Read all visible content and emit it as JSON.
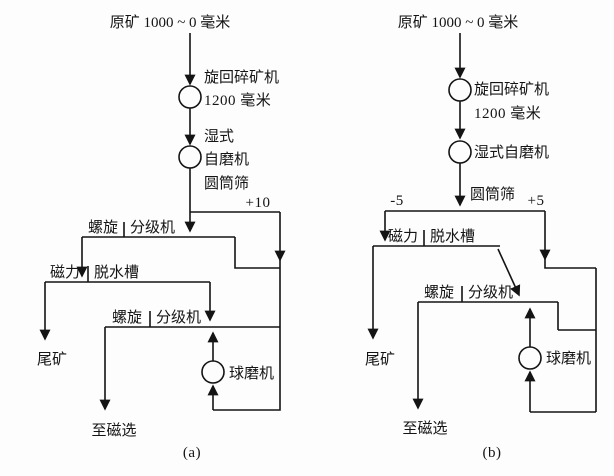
{
  "colors": {
    "line": "#141414",
    "background": "#fdfdfd"
  },
  "diagram_a": {
    "caption": "(a)",
    "feed": "原矿 1000 ~ 0 毫米",
    "crusher": "旋回碎矿机",
    "crusher_size": "1200 毫米",
    "mill_top": "湿式",
    "mill_bottom": "自磨机",
    "trommel": "圆筒筛",
    "oversize": "+10",
    "classifier1": {
      "left": "螺旋",
      "right": "分级机"
    },
    "dewater": {
      "left": "磁力",
      "right": "脱水槽"
    },
    "classifier2": {
      "left": "螺旋",
      "right": "分级机"
    },
    "ball_mill": "球磨机",
    "tailings": "尾矿",
    "to_magnetic": "至磁选"
  },
  "diagram_b": {
    "caption": "(b)",
    "feed": "原矿 1000 ~ 0 毫米",
    "crusher": "旋回碎矿机",
    "crusher_size": "1200 毫米",
    "mill": "湿式自磨机",
    "trommel": "圆筒筛",
    "undersize": "-5",
    "oversize": "+5",
    "dewater": {
      "left": "磁力",
      "right": "脱水槽"
    },
    "classifier": {
      "left": "螺旋",
      "right": "分级机"
    },
    "ball_mill": "球磨机",
    "tailings": "尾矿",
    "to_magnetic": "至磁选"
  }
}
